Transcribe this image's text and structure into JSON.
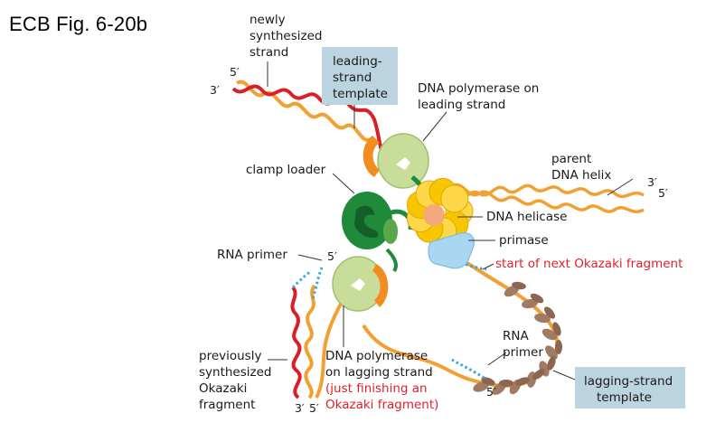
{
  "figure": {
    "title": "ECB Fig. 6-20b"
  },
  "labels": {
    "newly_synthesized": [
      "newly",
      "synthesized",
      "strand"
    ],
    "leading_template": [
      "leading-",
      "strand",
      "template"
    ],
    "pol_leading": [
      "DNA polymerase on",
      "leading strand"
    ],
    "parent_helix": [
      "parent",
      "DNA helix"
    ],
    "clamp_loader": "clamp loader",
    "helicase": "DNA helicase",
    "primase": "primase",
    "rna_primer_top": "RNA primer",
    "okazaki_start": "start of next Okazaki fragment",
    "rna_primer_bottom": [
      "RNA",
      "primer"
    ],
    "lagging_template": [
      "lagging-strand",
      "template"
    ],
    "prev_okazaki": [
      "previously",
      "synthesized",
      "Okazaki",
      "fragment"
    ],
    "pol_lagging": [
      "DNA polymerase",
      "on lagging strand"
    ],
    "finishing": [
      "(just finishing an",
      "Okazaki fragment)"
    ]
  },
  "ends": {
    "top_5": "5′",
    "top_3": "3′",
    "helix_3": "3′",
    "helix_5": "5′",
    "primer_5": "5′",
    "bottom_3": "3′",
    "bottom_5": "5′",
    "lagging_5": "5′"
  },
  "colors": {
    "template_strand": "#f2a032",
    "new_strand": "#d92027",
    "rna_primer": "#3ba7d9",
    "polymerase": "#c8dd9a",
    "clamp": "#f28c1e",
    "clamp_loader": "#1f8a3a",
    "helicase": "#f7c600",
    "primase": "#a9d6f0",
    "ssb": "#a07a62",
    "label_box": "#bcd3e0",
    "red_text": "#e0202a"
  }
}
